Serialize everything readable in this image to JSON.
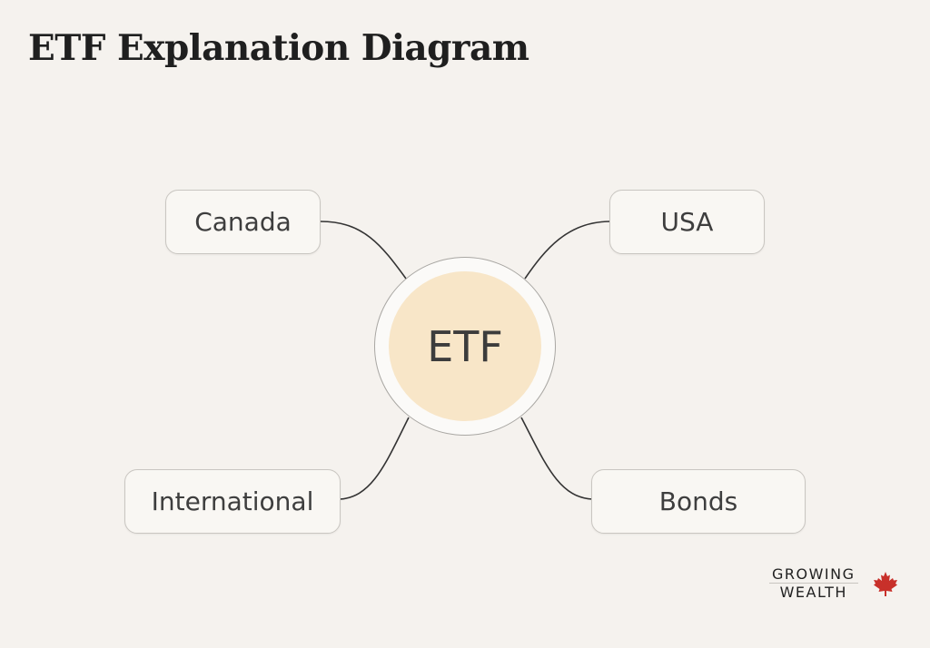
{
  "title": "ETF Explanation Diagram",
  "center": {
    "label": "ETF",
    "fill": "#f8e6c8"
  },
  "nodes": [
    {
      "id": "canada",
      "label": "Canada"
    },
    {
      "id": "usa",
      "label": "USA"
    },
    {
      "id": "international",
      "label": "International"
    },
    {
      "id": "bonds",
      "label": "Bonds"
    }
  ],
  "brand": {
    "line1": "GROWING",
    "line2": "WEALTH",
    "icon": "maple-leaf-icon",
    "icon_color": "#c8302a"
  }
}
